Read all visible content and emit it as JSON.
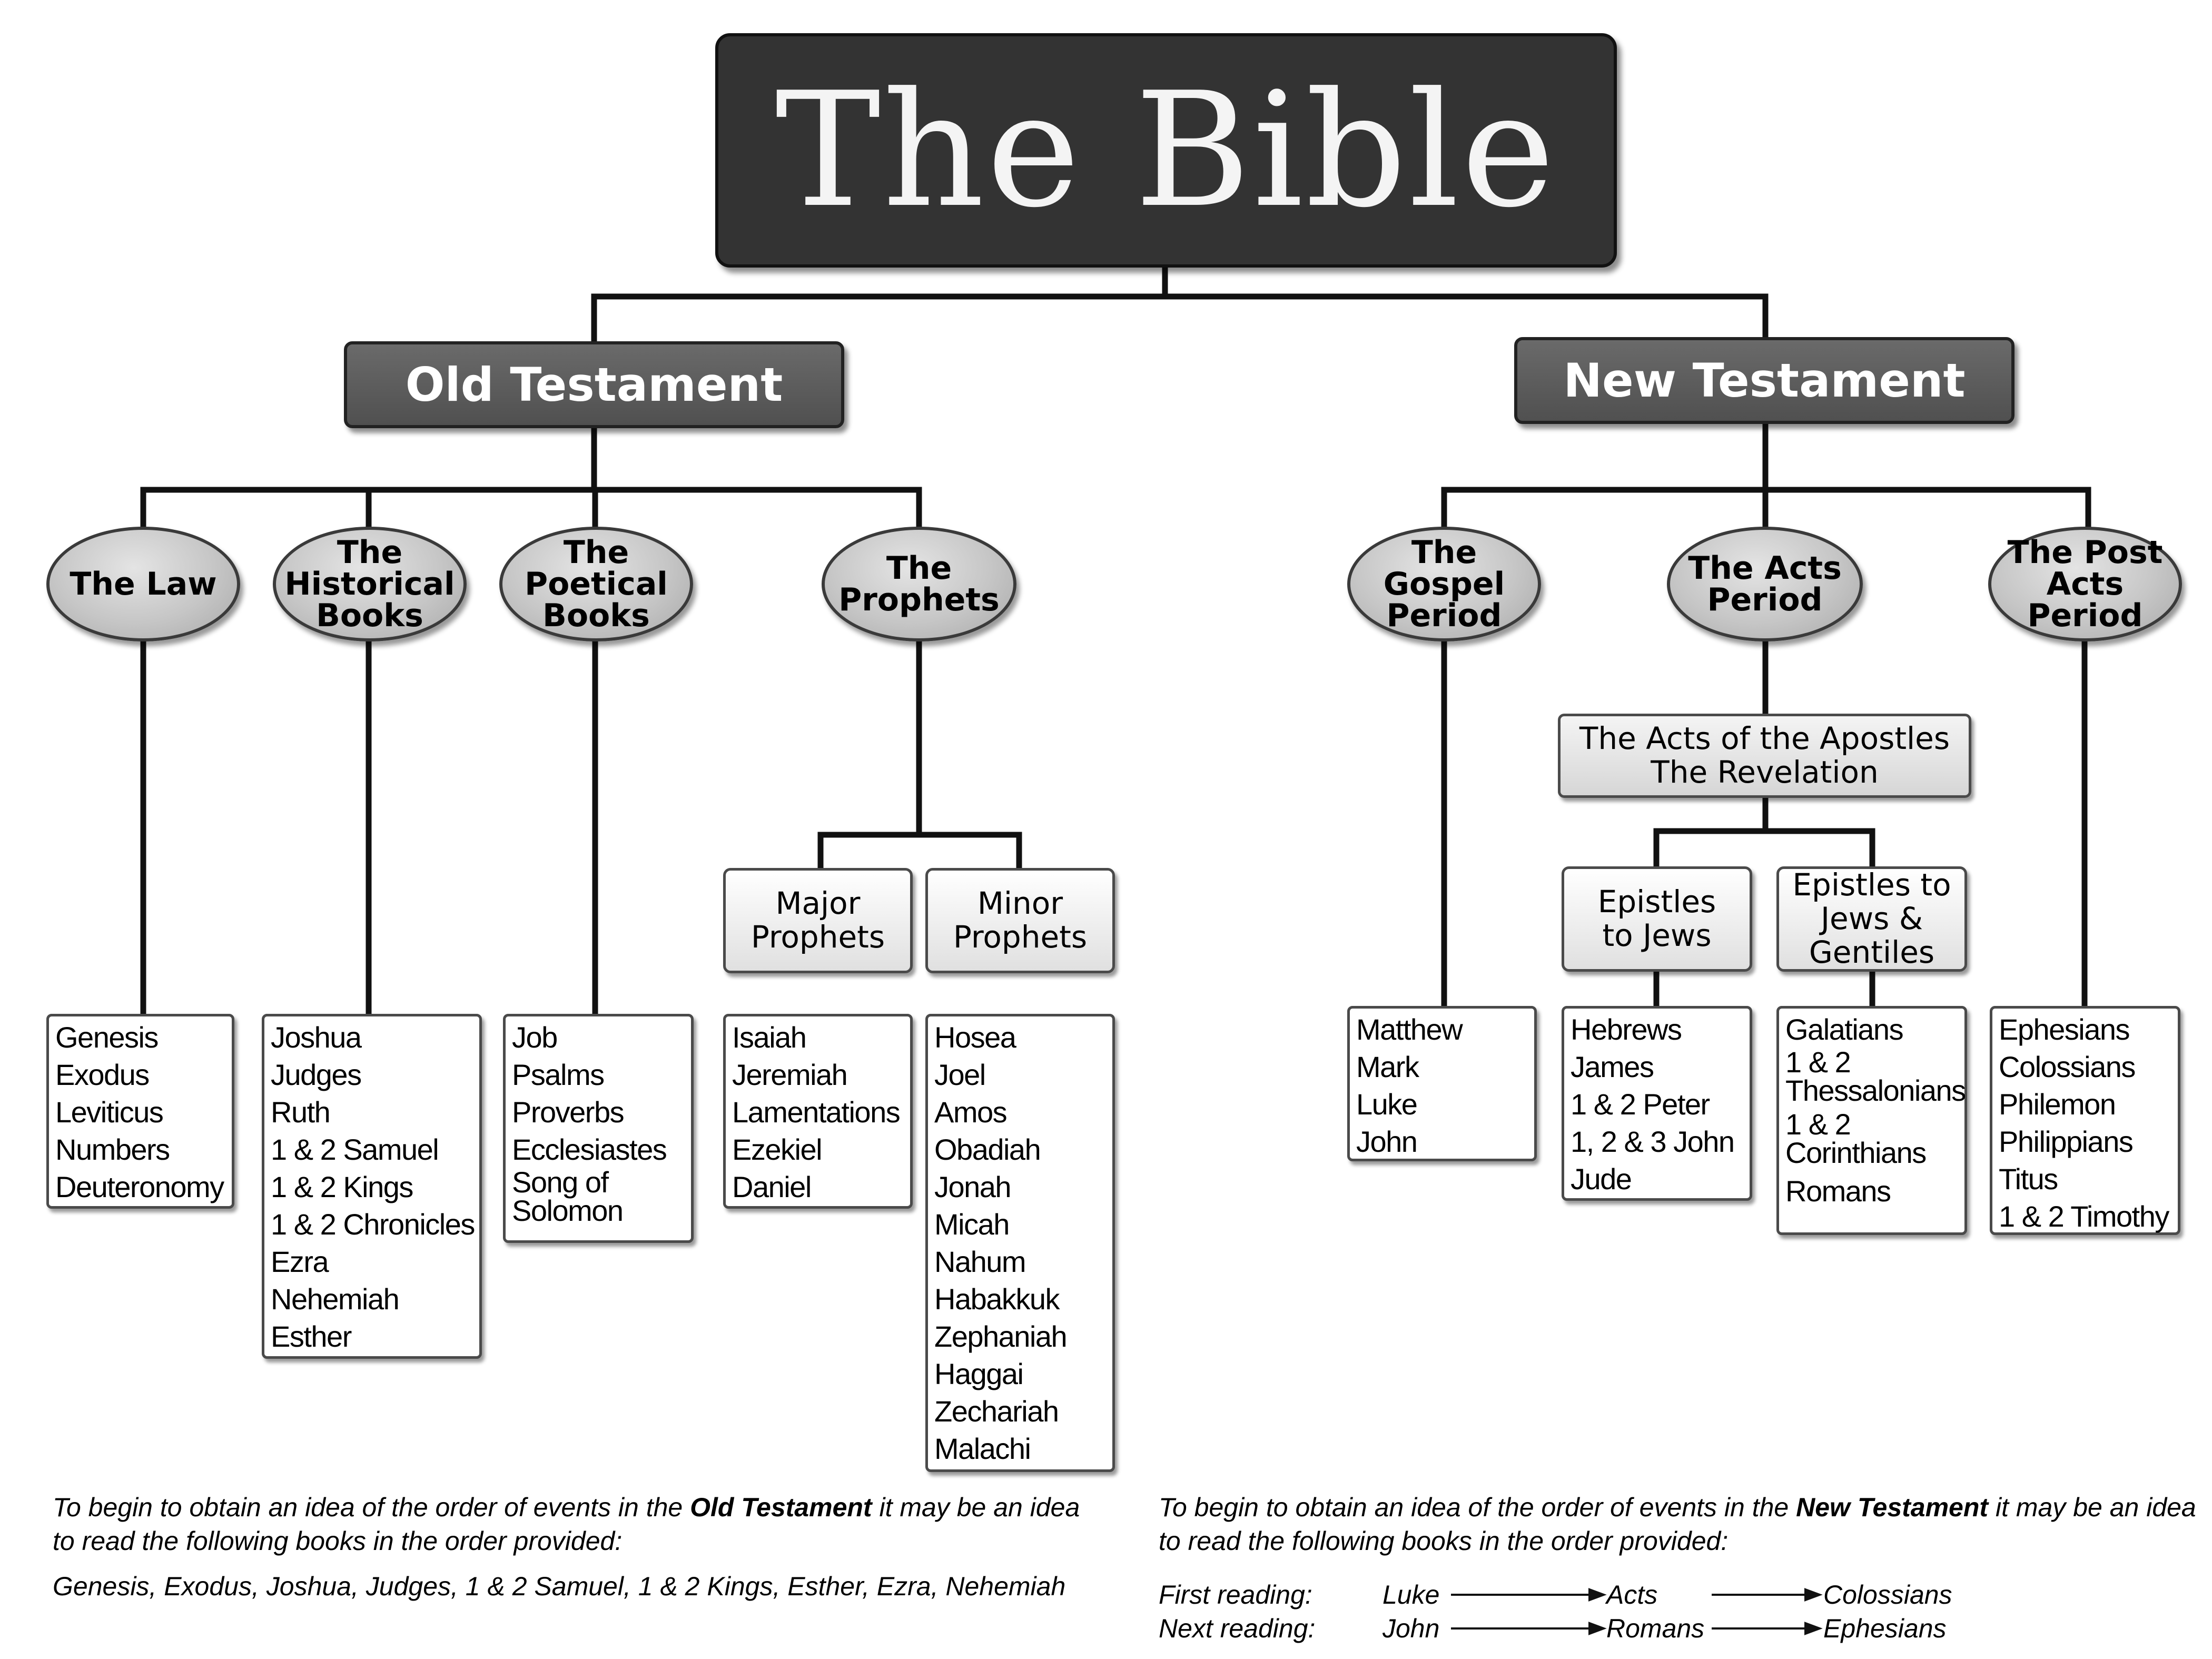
{
  "title": "The Bible",
  "testaments": {
    "old": "Old Testament",
    "new": "New Testament"
  },
  "old_categories": {
    "law": "The Law",
    "historical": "The\nHistorical\nBooks",
    "poetical": "The\nPoetical\nBooks",
    "prophets": "The\nProphets"
  },
  "new_categories": {
    "gospel": "The\nGospel\nPeriod",
    "acts": "The Acts\nPeriod",
    "post_acts": "The Post\nActs\nPeriod"
  },
  "prophet_groups": {
    "major": "Major\nProphets",
    "minor": "Minor\nProphets"
  },
  "acts_books": {
    "line1": "The Acts of the Apostles",
    "line2": "The Revelation"
  },
  "epistle_groups": {
    "jews": "Epistles\nto Jews",
    "jews_gentiles": "Epistles to\nJews &\nGentiles"
  },
  "books": {
    "law": [
      "Genesis",
      "Exodus",
      "Leviticus",
      "Numbers",
      "Deuteronomy"
    ],
    "historical": [
      "Joshua",
      "Judges",
      "Ruth",
      "1 & 2 Samuel",
      "1 & 2 Kings",
      "1 & 2 Chronicles",
      "Ezra",
      "Nehemiah",
      "Esther"
    ],
    "poetical": [
      "Job",
      "Psalms",
      "Proverbs",
      "Ecclesiastes",
      "Song of\nSolomon"
    ],
    "major": [
      "Isaiah",
      "Jeremiah",
      "Lamentations",
      "Ezekiel",
      "Daniel"
    ],
    "minor": [
      "Hosea",
      "Joel",
      "Amos",
      "Obadiah",
      "Jonah",
      "Micah",
      "Nahum",
      "Habakkuk",
      "Zephaniah",
      "Haggai",
      "Zechariah",
      "Malachi"
    ],
    "gospel": [
      "Matthew",
      "Mark",
      "Luke",
      "John"
    ],
    "epistles_jews": [
      "Hebrews",
      "James",
      "1 & 2 Peter",
      "1, 2 & 3 John",
      "Jude"
    ],
    "epistles_jews_gentiles": [
      "Galatians",
      "1 & 2\nThessalonians",
      "1 & 2\nCorinthians",
      "Romans"
    ],
    "post_acts": [
      "Ephesians",
      "Colossians",
      "Philemon",
      "Philippians",
      "Titus",
      "1 & 2 Timothy"
    ]
  },
  "notes": {
    "old_pre": "To begin to obtain an idea of the order of events in the ",
    "old_bold": "Old Testament",
    "old_post": " it may be an idea to read the following books in the order provided:",
    "old_order": "Genesis, Exodus, Joshua, Judges, 1 & 2 Samuel, 1 & 2 Kings, Esther, Ezra, Nehemiah",
    "new_pre": "To begin to obtain an idea of the order of events in the ",
    "new_bold": "New Testament",
    "new_post": " it may be an idea to read the following books in the order provided:"
  },
  "readings": [
    {
      "label": "First reading:",
      "books": [
        "Luke",
        "Acts",
        "Colossians"
      ]
    },
    {
      "label": "Next reading:",
      "books": [
        "John",
        "Romans",
        "Ephesians"
      ]
    }
  ]
}
